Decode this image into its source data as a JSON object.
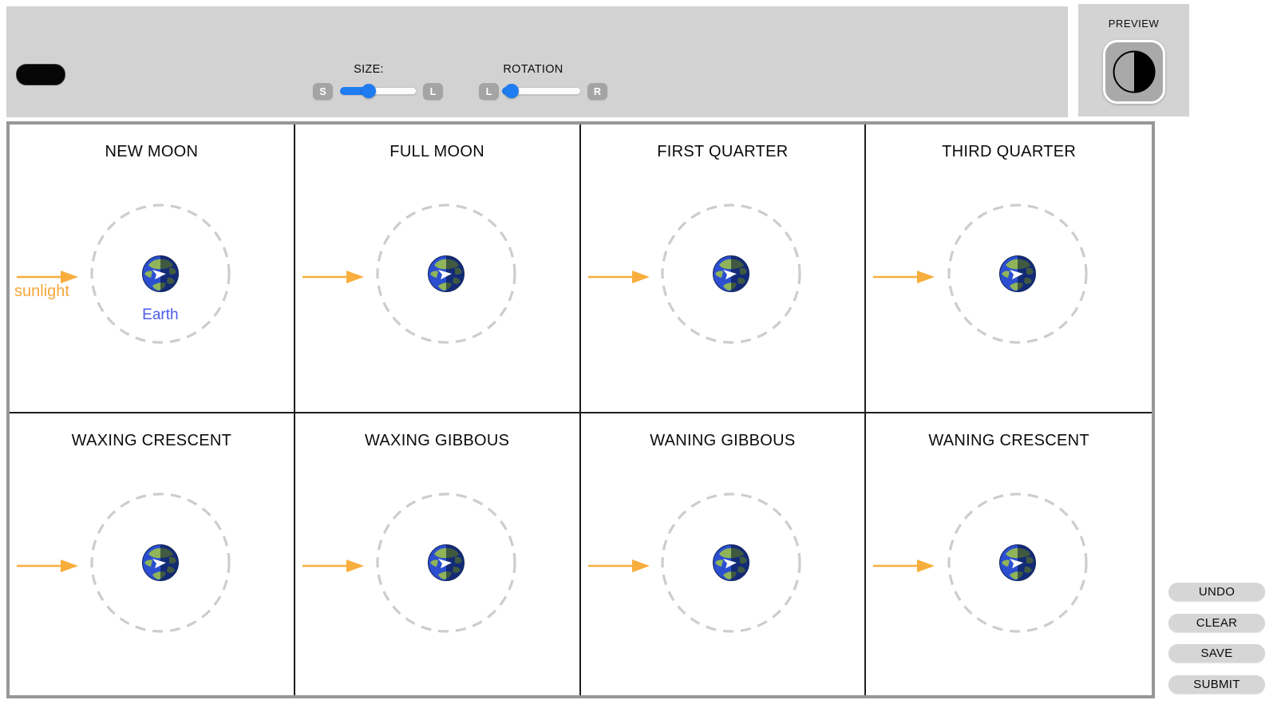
{
  "toolbar": {
    "size": {
      "label": "SIZE:",
      "min_label": "S",
      "max_label": "L",
      "value_pct": 38
    },
    "rotation": {
      "label": "ROTATION",
      "min_label": "L",
      "max_label": "R",
      "value_pct": 12
    }
  },
  "preview": {
    "label": "PREVIEW",
    "moon_icon": {
      "name": "half-moon-icon",
      "lit_side": "left",
      "dark_side": "right"
    }
  },
  "board": {
    "sunlight_label": "sunlight",
    "earth_label": "Earth",
    "cells": [
      {
        "title": "NEW MOON"
      },
      {
        "title": "FULL MOON"
      },
      {
        "title": "FIRST QUARTER"
      },
      {
        "title": "THIRD QUARTER"
      },
      {
        "title": "WAXING CRESCENT"
      },
      {
        "title": "WAXING GIBBOUS"
      },
      {
        "title": "WANING GIBBOUS"
      },
      {
        "title": "WANING CRESCENT"
      }
    ]
  },
  "actions": {
    "undo": "UNDO",
    "clear": "CLEAR",
    "save": "SAVE",
    "submit": "SUBMIT"
  },
  "colors": {
    "slider_accent": "#1E7CF0",
    "sunlight_orange": "#F6A63A",
    "earth_label_blue": "#4A5BE8",
    "toolbar_bg": "#D2D2D2",
    "grid_border_gray": "#979797",
    "orbit_dash_gray": "#CDCDCD"
  }
}
